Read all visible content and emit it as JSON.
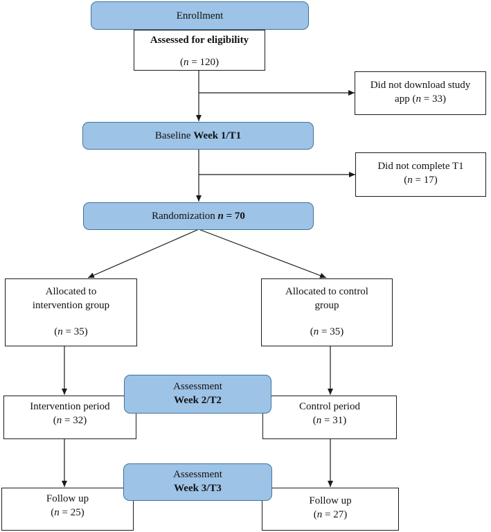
{
  "enrollment": {
    "label": "Enrollment"
  },
  "eligibility": {
    "title": "Assessed for eligibility",
    "n": "120"
  },
  "excluded_download": {
    "line1": "Did not download study",
    "line2": "app",
    "n": "33"
  },
  "baseline": {
    "label": "Baseline",
    "bold": "Week 1/T1"
  },
  "excluded_t1": {
    "line1": "Did not complete T1",
    "n": "17"
  },
  "randomization": {
    "label": "Randomization",
    "n": "70"
  },
  "intervention_alloc": {
    "line1": "Allocated to",
    "line2": "intervention group",
    "n": "35"
  },
  "control_alloc": {
    "line1": "Allocated to control",
    "line2": "group",
    "n": "35"
  },
  "assessment_t2": {
    "label": "Assessment",
    "bold": "Week 2/T2"
  },
  "intervention_period": {
    "label": "Intervention period",
    "n": "32"
  },
  "control_period": {
    "label": "Control period",
    "n": "31"
  },
  "assessment_t3": {
    "label": "Assessment",
    "bold": "Week 3/T3"
  },
  "followup_intervention": {
    "label": "Follow up",
    "n": "25"
  },
  "followup_control": {
    "label": "Follow up",
    "n": "27"
  },
  "n_symbol": "n",
  "eq": " = ",
  "colors": {
    "stage_fill": "#9dc3e6",
    "stage_border": "#41719c",
    "line": "#1a1a1a"
  }
}
